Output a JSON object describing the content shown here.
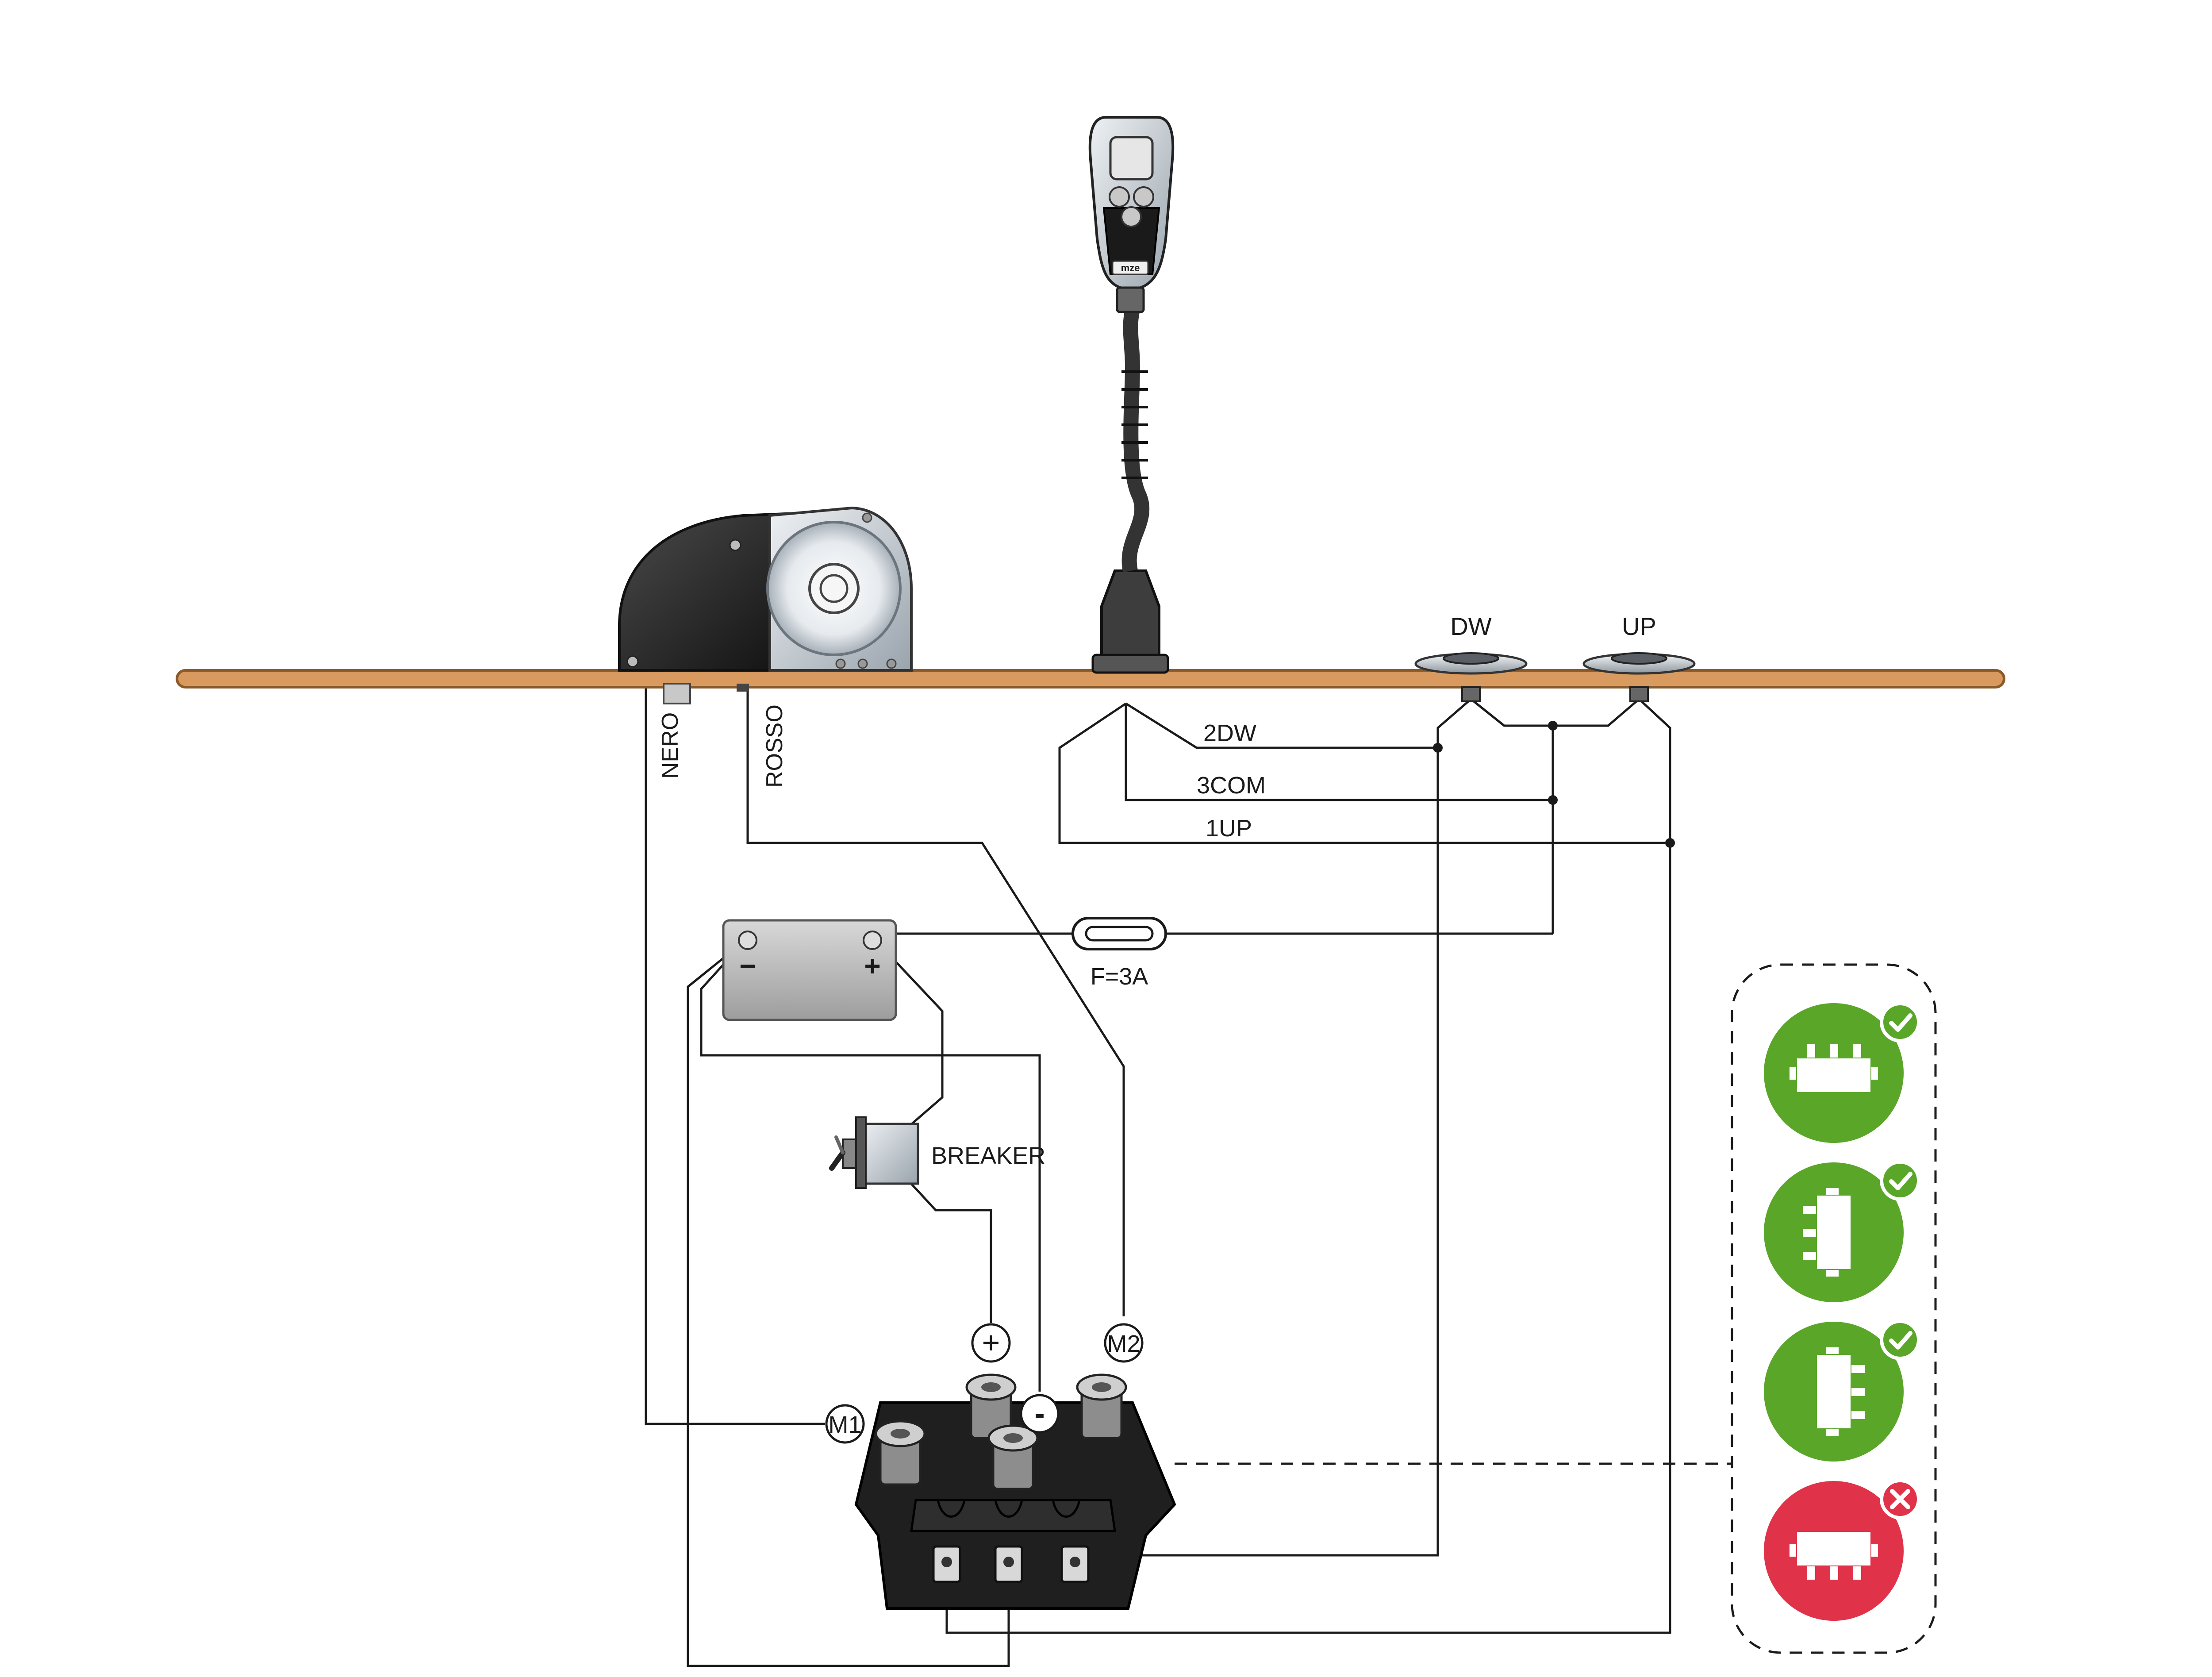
{
  "labels": {
    "nero": "NERO",
    "rosso": "ROSSO",
    "dw_wire": "2DW",
    "com_wire": "3COM",
    "up_wire": "1UP",
    "fuse": "F=3A",
    "breaker": "BREAKER",
    "dw_switch": "DW",
    "up_switch": "UP",
    "m1": "M1",
    "m2": "M2",
    "plus_terminal": "+",
    "minus_terminal": "-",
    "battery_minus": "−",
    "battery_plus": "+",
    "remote_brand": "mze"
  },
  "orientation_panel": {
    "options": [
      {
        "status": "ok",
        "icon": "check-icon"
      },
      {
        "status": "ok",
        "icon": "check-icon"
      },
      {
        "status": "ok",
        "icon": "check-icon"
      },
      {
        "status": "not-allowed",
        "icon": "cross-icon"
      }
    ]
  },
  "colors": {
    "deck": "#d89a5e",
    "deck_edge": "#8a5a2b",
    "ok_green": "#5aa629",
    "error_red": "#e0334a",
    "wire": "#1a1a1a",
    "battery": "#b9b9b9"
  }
}
